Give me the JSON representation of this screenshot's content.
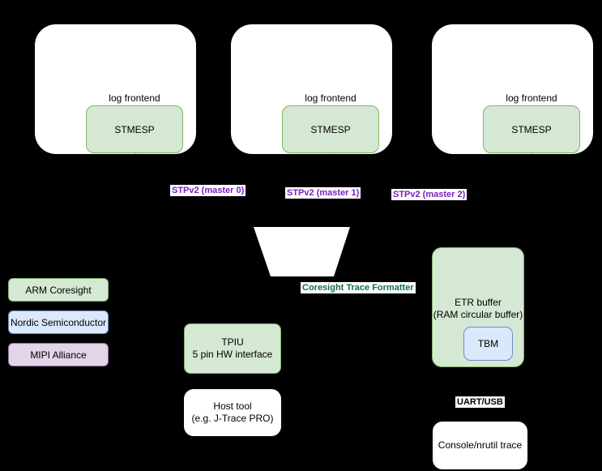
{
  "frontends": [
    {
      "title": "log frontend",
      "module": "STMESP"
    },
    {
      "title": "log frontend",
      "module": "STMESP"
    },
    {
      "title": "log frontend",
      "module": "STMESP"
    }
  ],
  "bus_labels": [
    {
      "text": "STPv2 (master 0)"
    },
    {
      "text": "STPv2 (master 1)"
    },
    {
      "text": "STPv2 (master 2)"
    }
  ],
  "formatter": {
    "label": "Coresight Trace Formatter"
  },
  "tpiu": {
    "line1": "TPIU",
    "line2": "5 pin HW interface"
  },
  "host_tool": {
    "line1": "Host tool",
    "line2": "(e.g. J-Trace PRO)"
  },
  "etr": {
    "line1": "ETR buffer",
    "line2": "(RAM circular buffer)",
    "tbm": "TBM"
  },
  "uart": {
    "label": "UART/USB"
  },
  "console": {
    "label": "Console/nrutil trace"
  },
  "legend": [
    {
      "label": "ARM Coresight"
    },
    {
      "label": "Nordic Semiconductor"
    },
    {
      "label": "MIPI Alliance"
    }
  ],
  "colors": {
    "background": "#000000",
    "box_white": "#ffffff",
    "coresight_fill": "#d5e8d4",
    "coresight_stroke": "#82b366",
    "nordic_fill": "#dae8fc",
    "nordic_stroke": "#6c8ebf",
    "mipi_fill": "#e1d5e7",
    "mipi_stroke": "#9673a6",
    "stp_label_text": "#7a1fbf",
    "formatter_label_text": "#0b743c"
  }
}
